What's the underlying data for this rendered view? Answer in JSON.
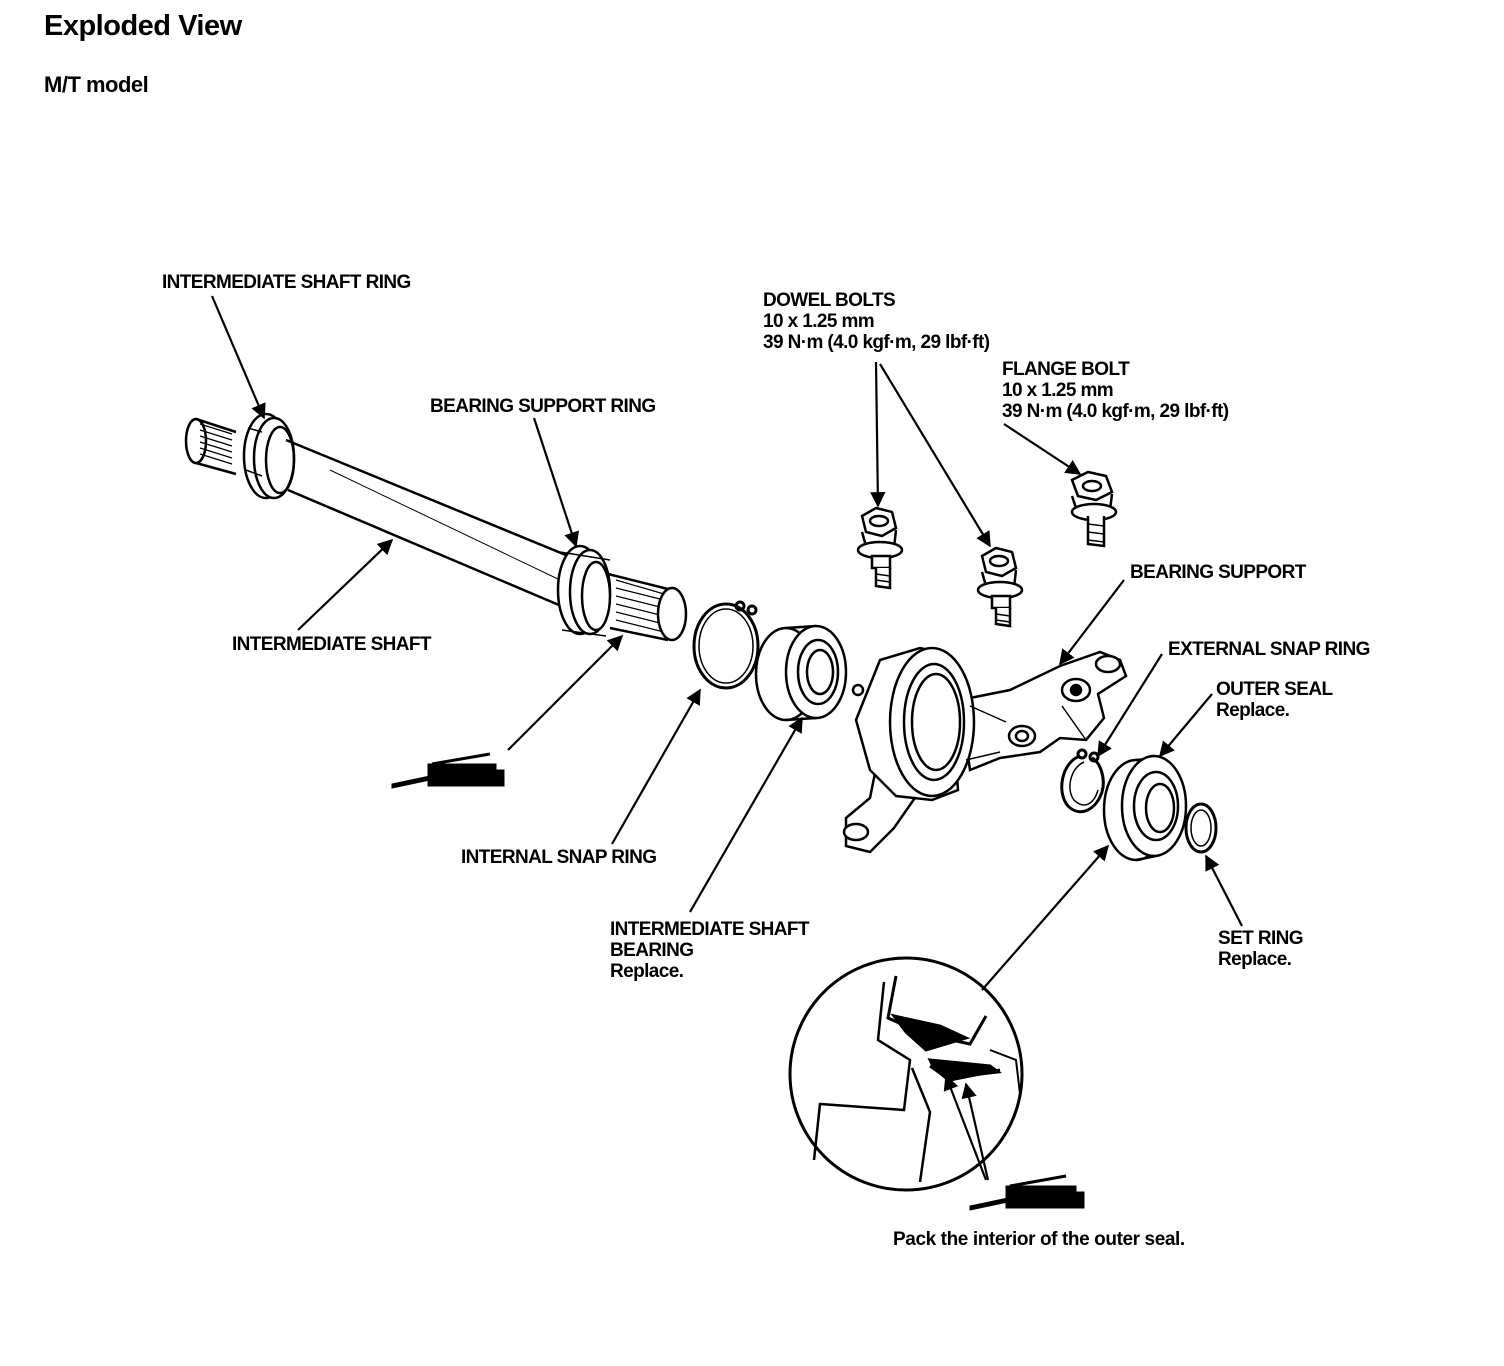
{
  "page": {
    "title": "Exploded View",
    "subtitle": "M/T model"
  },
  "labels": {
    "intermediate_shaft_ring": "INTERMEDIATE SHAFT RING",
    "bearing_support_ring": "BEARING SUPPORT RING",
    "intermediate_shaft": "INTERMEDIATE SHAFT",
    "dowel_bolts": {
      "name": "DOWEL BOLTS",
      "size": "10 x 1.25 mm",
      "torque": "39 N·m (4.0 kgf·m, 29 lbf·ft)"
    },
    "flange_bolt": {
      "name": "FLANGE BOLT",
      "size": "10 x 1.25 mm",
      "torque": "39 N·m (4.0 kgf·m, 29 lbf·ft)"
    },
    "bearing_support": "BEARING SUPPORT",
    "external_snap_ring": "EXTERNAL SNAP RING",
    "outer_seal": {
      "name": "OUTER SEAL",
      "note": "Replace."
    },
    "internal_snap_ring": "INTERNAL SNAP RING",
    "intermediate_shaft_bearing": {
      "name_line1": "INTERMEDIATE SHAFT",
      "name_line2": "BEARING",
      "note": "Replace."
    },
    "set_ring": {
      "name": "SET RING",
      "note": "Replace."
    }
  },
  "caption": "Pack the interior of the outer seal."
}
